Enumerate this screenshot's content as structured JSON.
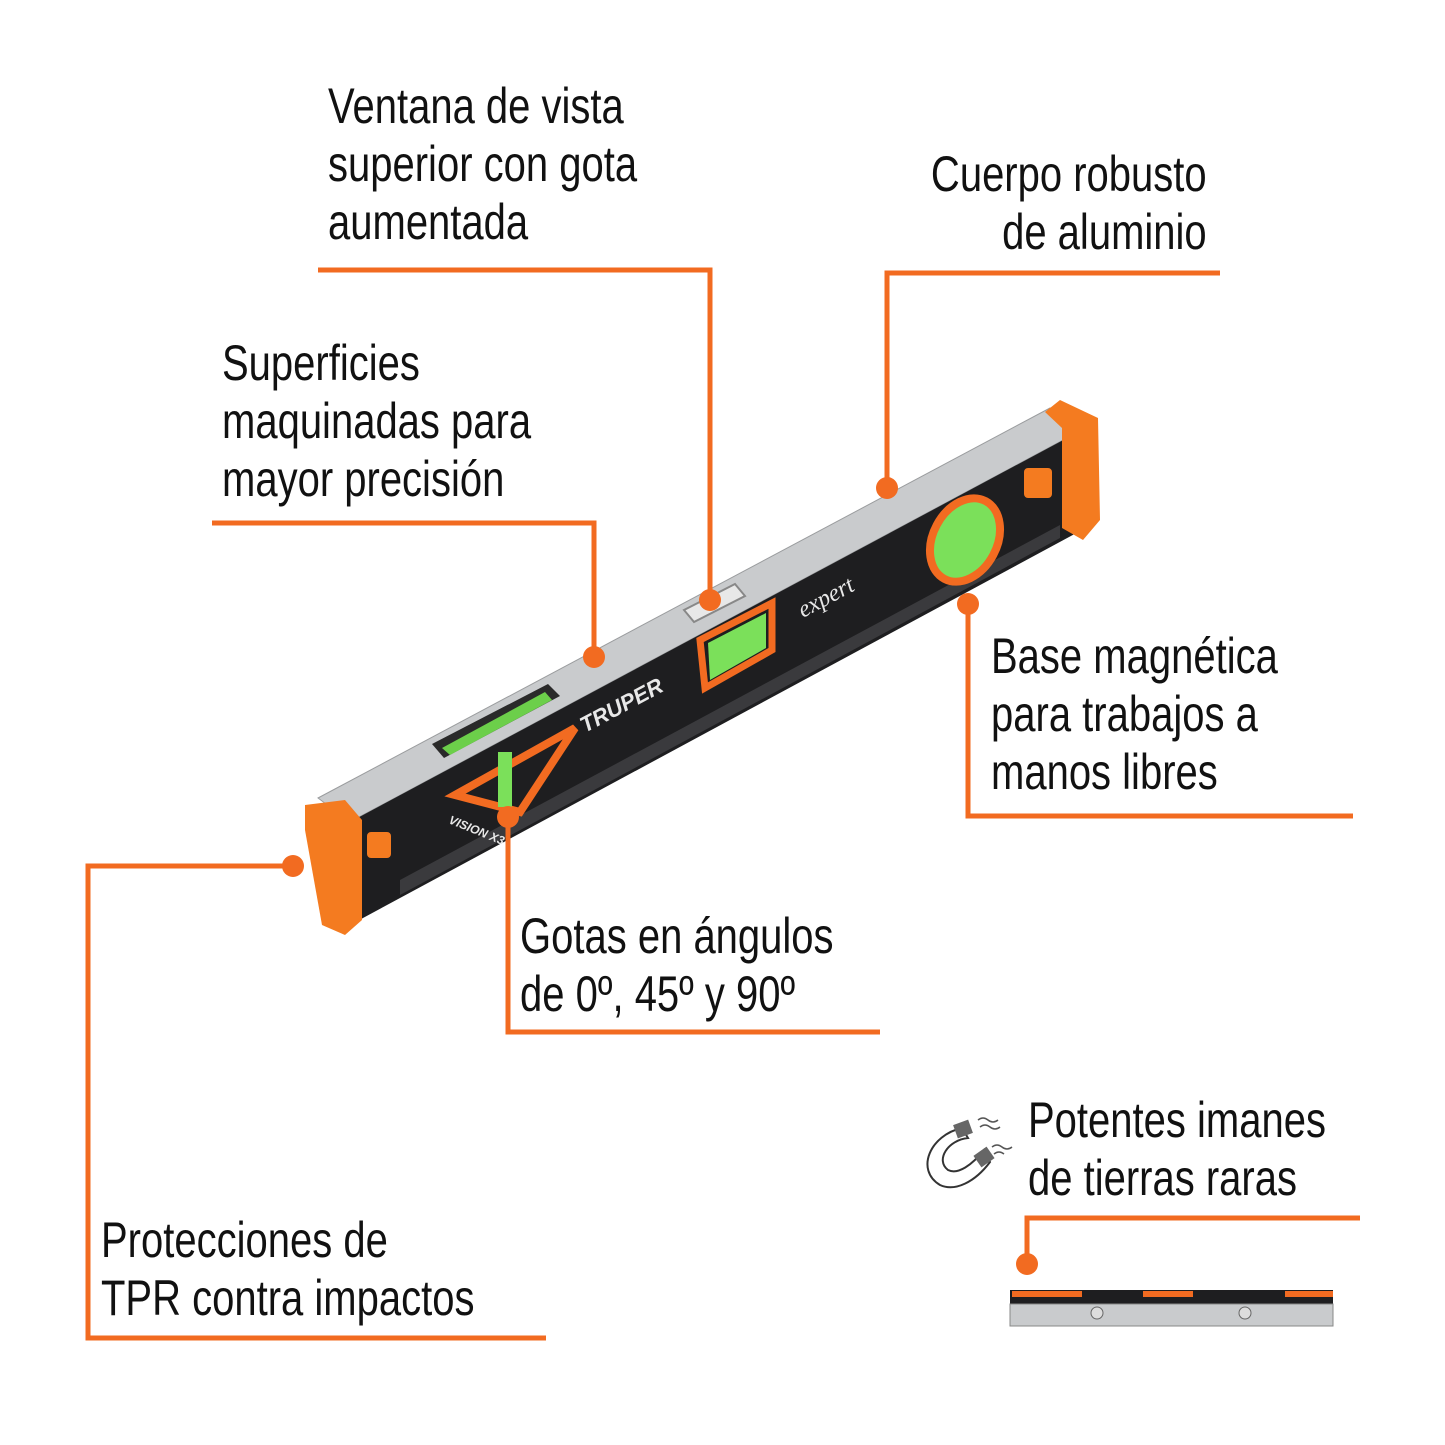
{
  "colors": {
    "accent": "#f26b21",
    "text": "#111111",
    "body_black": "#1e1e20",
    "aluminum": "#c9cbcd",
    "vial_green": "#7be05a"
  },
  "callouts": [
    {
      "id": "ventana",
      "lines": [
        "Ventana de vista",
        "superior con gota",
        "aumentada"
      ]
    },
    {
      "id": "cuerpo",
      "lines": [
        "Cuerpo robusto",
        "de aluminio"
      ]
    },
    {
      "id": "superficies",
      "lines": [
        "Superficies",
        "maquinadas para",
        "mayor precisión"
      ]
    },
    {
      "id": "base",
      "lines": [
        "Base magnética",
        "para trabajos a",
        "manos libres"
      ]
    },
    {
      "id": "gotas",
      "lines": [
        "Gotas en ángulos",
        "de 0º, 45º y 90º"
      ]
    },
    {
      "id": "protecciones",
      "lines": [
        "Protecciones de",
        "TPR contra impactos"
      ]
    },
    {
      "id": "potentes",
      "lines": [
        "Potentes imanes",
        "de tierras raras"
      ]
    }
  ],
  "product": {
    "brand": "TRUPER",
    "line": "expert",
    "model": "VISION X3"
  },
  "icons": {
    "magnet": "magnet-icon"
  }
}
